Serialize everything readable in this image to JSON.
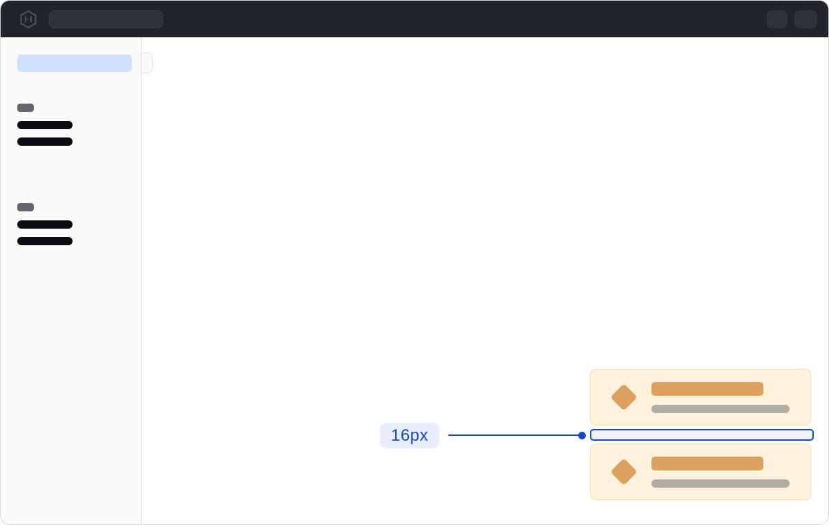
{
  "annotation": {
    "label": "16px"
  },
  "colors": {
    "window-border": "#d6d8dd",
    "topbar-bg": "#20232a",
    "topbar-skeleton": "#2e323b",
    "logo-gray": "#4d5058",
    "sidebar-bg": "#fafafa",
    "sidebar-border": "#e2e3e7",
    "nav-selected": "#cfe1fc",
    "skeleton-gray": "#63666e",
    "skeleton-dark": "#0b0d12",
    "card-bg": "#fdf3dd",
    "card-border": "#f2deb8",
    "card-orange": "#dda15f",
    "card-gray": "#b1ada2",
    "accent-blue": "#1745d1",
    "annotation-pill-bg": "#e9eefc",
    "gap-fill": "#eef3fe"
  },
  "topbar": {
    "logo_icon": "hashicorp-logo",
    "search_skeleton": true,
    "action_skeletons": 2
  },
  "sidebar": {
    "selected_item_skeleton": true,
    "toggle_handle": true,
    "groups": [
      {
        "label_skeleton": true,
        "items_skeleton": 2
      },
      {
        "label_skeleton": true,
        "items_skeleton": 2
      }
    ]
  },
  "cards": [
    {
      "icon": "diamond-icon",
      "title_skeleton": true,
      "subtitle_skeleton": true
    },
    {
      "icon": "diamond-icon",
      "title_skeleton": true,
      "subtitle_skeleton": true
    }
  ]
}
